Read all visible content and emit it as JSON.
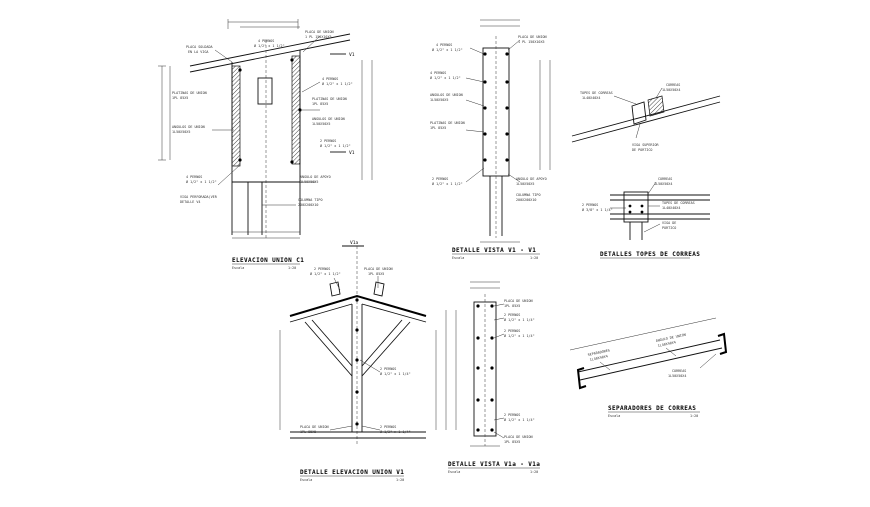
{
  "sheet": {
    "ink": "#111111",
    "paper": "#ffffff"
  },
  "d1": {
    "title": "ELEVACION UNION C1",
    "scale_label": "Escala",
    "scale_value": "1:20",
    "axis": "V1",
    "labels": {
      "placa_soldada": "PLACA SOLDADA",
      "en_la_viga": "EN LA VIGA",
      "placa_union_top": "PLACA DE UNION",
      "placa_union_top2": "1 PL 150X10X5",
      "pernos_top": "4 PERNOS",
      "pernos_top2": "Ø 1/2\" x 1 1/2\"",
      "pernos_r": "4 PERNOS",
      "pernos_r2": "Ø 1/2\" x 1 1/2\"",
      "platinas_l": "PLATINAS DE UNION",
      "platinas_l2": "1PL 85X5",
      "platinas_r": "PLATINAS DE UNION",
      "platinas_r2": "1PL 85X5",
      "angulos_l": "ANGULOS DE UNION",
      "angulos_l2": "1L50X50X5",
      "angulos_r": "ANGULOS DE UNION",
      "angulos_r2": "1L50X50X5",
      "pernos_l": "4 PERNOS",
      "pernos_l2": "Ø 1/2\" x 1 1/2\"",
      "pernos_rb": "2 PERNOS",
      "pernos_rb2": "Ø 1/2\" x 1 1/2\"",
      "viga": "VIGA PERFORADA(VER",
      "viga2": "DETALLE V4",
      "angulo_apoyo": "ANGULO DE APOYO",
      "angulo_apoyo2": "1L50X50X5",
      "columna": "COLUMNA TIPO",
      "columna2": "200X200X10"
    }
  },
  "d2": {
    "title": "DETALLE VISTA V1 - V1",
    "scale_label": "Escala",
    "scale_value": "1:20",
    "labels": {
      "pernos_top": "4 PERNOS",
      "pernos_top2": "Ø 1/2\" x 1 1/2\"",
      "placa": "PLACA DE UNION",
      "placa2": "1 PL 150X10X5",
      "pernos_m": "4 PERNOS",
      "pernos_m2": "Ø 1/2\" x 1 1/2\"",
      "angulos": "ANGULOS DE UNION",
      "angulos2": "1L50X50X5",
      "platinas": "PLATINAS DE UNION",
      "platinas2": "1PL 85X5",
      "pernos_b": "2 PERNOS",
      "pernos_b2": "Ø 1/2\" x 1 1/2\"",
      "angulo_apoyo": "ANGULO DE APOYO",
      "angulo_apoyo2": "1L50X50X5",
      "columna": "COLUMNA TIPO",
      "columna2": "200X200X10"
    }
  },
  "d3": {
    "title": "DETALLES TOPES DE CORREAS",
    "labels": {
      "topes": "TOPES DE CORREAS",
      "topes2": "1L40X40X4",
      "correas": "CORREAS",
      "correas2": "1L50X50X4",
      "viga": "VIGA SUPERIOR",
      "viga2": "DE PORTICO",
      "correa_b": "CORREAS",
      "correa_b2": "1L50X50X4",
      "pernos": "2 PERNOS",
      "pernos2": "Ø 3/8\" x 1 1/4\"",
      "topes_b": "TOPES DE CORREAS",
      "topes_b2": "1L40X40X4",
      "viga_b": "VIGA DE",
      "viga_b2": "PORTICO"
    }
  },
  "d4": {
    "title": "DETALLE ELEVACION UNION V1",
    "scale_label": "Escala",
    "scale_value": "1:20",
    "axis": "V1a",
    "labels": {
      "pernos_tl": "2 PERNOS",
      "pernos_tl2": "Ø 1/2\" x 1 1/2\"",
      "placa_tr": "PLACA DE UNION",
      "placa_tr2": "1PL 85X5",
      "pernos_m": "2 PERNOS",
      "pernos_m2": "Ø 1/2\" x 1 1/4\"",
      "placa_b": "PLACA DE UNION",
      "placa_b2": "1PL 85X5",
      "pernos_b": "2 PERNOS",
      "pernos_b2": "Ø 1/2\" x 1 1/4\""
    }
  },
  "d5": {
    "title": "DETALLE VISTA V1a - V1a",
    "scale_label": "Escala",
    "scale_value": "1:20",
    "labels": {
      "placa_t": "PLACA DE UNION",
      "placa_t2": "1PL 85X5",
      "pernos_1": "2 PERNOS",
      "pernos_12": "Ø 1/2\" x 1 1/4\"",
      "pernos_2": "2 PERNOS",
      "pernos_22": "Ø 1/2\" x 1 1/4\"",
      "pernos_3": "2 PERNOS",
      "pernos_32": "Ø 1/2\" x 1 1/4\"",
      "placa_b": "PLACA DE UNION",
      "placa_b2": "1PL 85X5"
    }
  },
  "d6": {
    "title": "SEPARADORES DE CORREAS",
    "scale_label": "Escala",
    "scale_value": "1:20",
    "labels": {
      "sep": "SEPARADORES",
      "sep2": "1L40X40X4",
      "sep_top": "ANGULO DE UNION",
      "sep_top2": "1L40X40X4",
      "correas": "CORREAS",
      "correas2": "1L50X50X4"
    }
  }
}
